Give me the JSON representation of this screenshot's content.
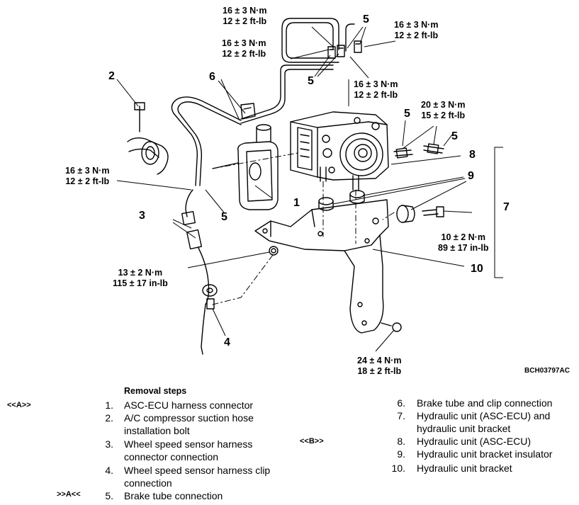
{
  "torque_labels": {
    "t_top_left": [
      "16 ± 3 N·m",
      "12 ± 2 ft-lb"
    ],
    "t_top_mid": [
      "16 ± 3 N·m",
      "12 ± 2 ft-lb"
    ],
    "t_top_right": [
      "16 ± 3 N·m",
      "12 ± 2 ft-lb"
    ],
    "t_center": [
      "16 ± 3 N·m",
      "12 ± 2 ft-lb"
    ],
    "t_right_upper": [
      "20 ± 3 N·m",
      "15 ± 2 ft-lb"
    ],
    "t_left": [
      "16 ± 3 N·m",
      "12 ± 2 ft-lb"
    ],
    "t_bracket_bolt": [
      "10 ± 2 N·m",
      "89 ± 17 in-lb"
    ],
    "t_nut": [
      "13 ± 2 N·m",
      "115 ± 17 in-lb"
    ],
    "t_bottom": [
      "24 ± 4 N·m",
      "18 ± 2 ft-lb"
    ]
  },
  "callouts": {
    "c2": "2",
    "c6": "6",
    "c5a": "5",
    "c5b": "5",
    "c5c": "5",
    "c5d": "5",
    "c5e": "5",
    "c1": "1",
    "c8": "8",
    "c9": "9",
    "c7": "7",
    "c3": "3",
    "c10": "10",
    "c4": "4"
  },
  "figure_code": "BCH03797AC",
  "removal": {
    "title": "Removal steps",
    "mark_a": "<<A>>",
    "mark_b": "<<B>>",
    "mark_a_install": ">>A<<",
    "left_steps": [
      {
        "num": "1.",
        "lines": [
          "ASC-ECU harness connector"
        ]
      },
      {
        "num": "2.",
        "lines": [
          "A/C compressor suction hose",
          "installation bolt"
        ]
      },
      {
        "num": "3.",
        "lines": [
          "Wheel speed sensor harness",
          "connector connection"
        ]
      },
      {
        "num": "4.",
        "lines": [
          "Wheel speed sensor harness clip",
          "connection"
        ]
      },
      {
        "num": "5.",
        "lines": [
          "Brake tube connection"
        ]
      }
    ],
    "right_steps": [
      {
        "num": "6.",
        "lines": [
          "Brake tube and clip connection"
        ]
      },
      {
        "num": "7.",
        "lines": [
          "Hydraulic unit (ASC-ECU) and",
          "hydraulic unit bracket"
        ]
      },
      {
        "num": "8.",
        "lines": [
          "Hydraulic unit (ASC-ECU)"
        ]
      },
      {
        "num": "9.",
        "lines": [
          "Hydraulic unit bracket insulator"
        ]
      },
      {
        "num": "10.",
        "lines": [
          "Hydraulic unit bracket"
        ]
      }
    ]
  }
}
